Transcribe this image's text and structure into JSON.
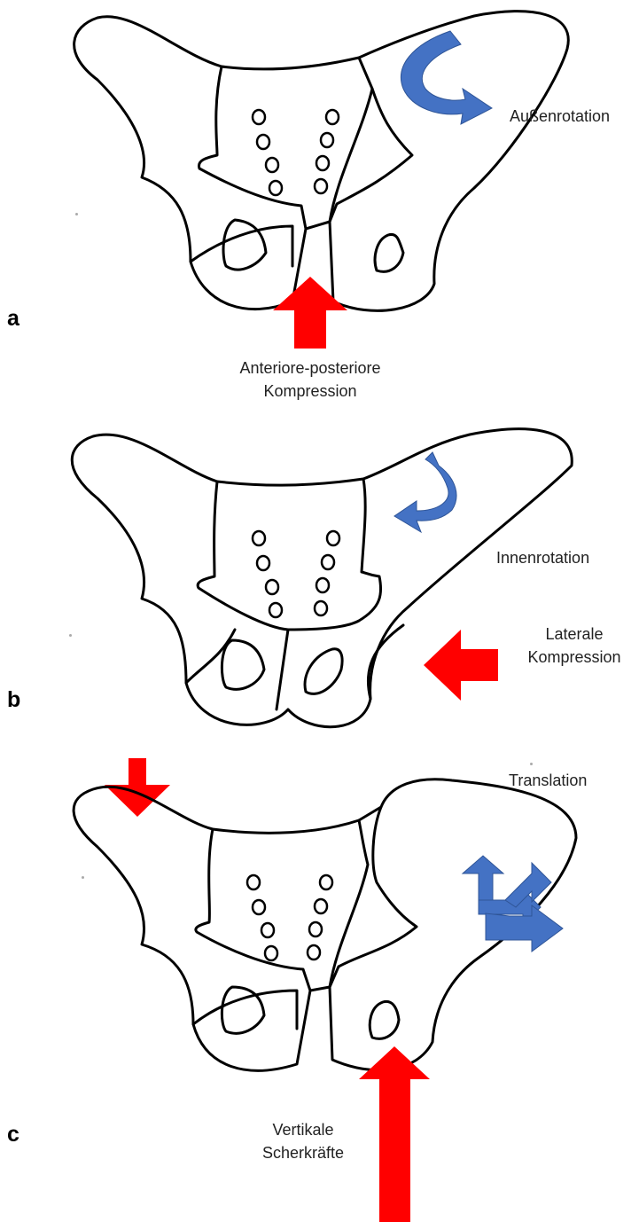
{
  "panels": {
    "a": {
      "letter": "a",
      "rotation_label": "Außenrotation",
      "force_label_line1": "Anteriore-posteriore",
      "force_label_line2": "Kompression"
    },
    "b": {
      "letter": "b",
      "rotation_label": "Innenrotation",
      "force_label_line1": "Laterale",
      "force_label_line2": "Kompression"
    },
    "c": {
      "letter": "c",
      "translation_label": "Translation",
      "force_label_line1": "Vertikale",
      "force_label_line2": "Scherkräfte"
    }
  },
  "colors": {
    "force_arrow": "#ff0000",
    "rotation_arrow": "#4472c4",
    "outline": "#000000"
  },
  "icons": {
    "force": "red-block-arrow",
    "rotation": "curved-blue-arrow",
    "translation": "blue-elbow-double-arrow"
  }
}
